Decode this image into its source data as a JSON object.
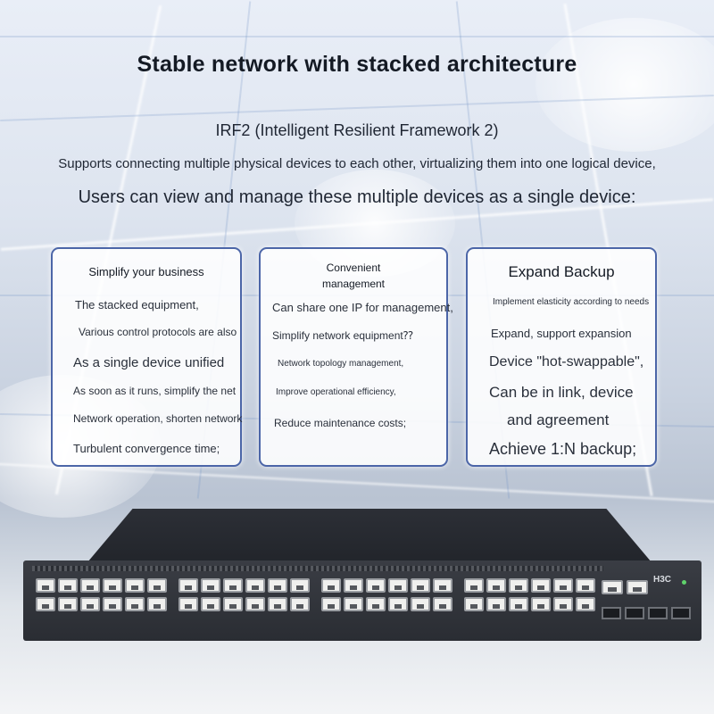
{
  "heading": {
    "title": "Stable network with stacked architecture",
    "irf": "IRF2 (Intelligent Resilient Framework 2)",
    "desc1": "Supports connecting multiple physical devices to each other, virtualizing them into one logical device,",
    "desc2": "Users can view and manage these multiple devices as a single device:"
  },
  "cards": [
    {
      "title": "Simplify your business",
      "lines": [
        "The stacked equipment,",
        "Various control protocols are also",
        "As a single device unified",
        "As soon as it runs, simplify the net",
        "Network operation, shorten network",
        "Turbulent convergence time;"
      ]
    },
    {
      "title": "Convenient management",
      "title_line1": "Convenient",
      "title_line2": "management",
      "lines": [
        "Can share one IP for management,",
        "Simplify network equipment⁇",
        "Network topology management,",
        "Improve operational efficiency,",
        "Reduce maintenance costs;"
      ]
    },
    {
      "title": "Expand Backup",
      "lines": [
        "Implement elasticity according to needs",
        "Expand, support expansion",
        "Device \"hot-swappable\",",
        "Can be in link, device",
        "and agreement",
        "Achieve 1:N backup;"
      ]
    }
  ],
  "product": {
    "brand": "H3C",
    "icon": "network-switch-icon"
  }
}
